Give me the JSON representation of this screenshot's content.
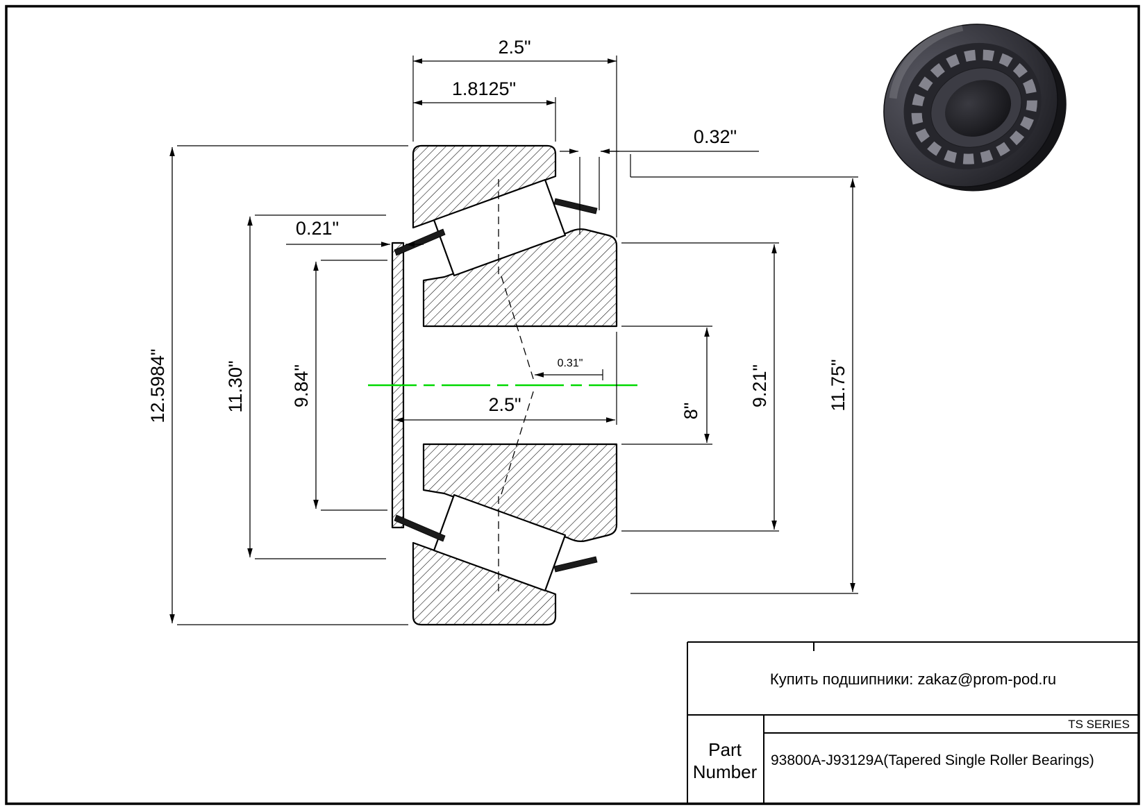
{
  "title_block": {
    "contact": "Купить подшипники: zakaz@prom-pod.ru",
    "series": "TS SERIES",
    "part_label_line1": "Part",
    "part_label_line2": "Number",
    "part_number": "93800A-J93129A(Tapered Single Roller Bearings)"
  },
  "dimensions": {
    "overall_width_top": "2.5\"",
    "cup_width": "1.8125\"",
    "standout": "0.32\"",
    "front_standout": "0.21\"",
    "outer_diameter": "12.5984\"",
    "dia_11_30": "11.30\"",
    "dia_9_84": "9.84\"",
    "cone_width": "2.5\"",
    "effective_center": "0.31\"",
    "bore": "8\"",
    "dia_9_21": "9.21\"",
    "dia_11_75": "11.75\""
  },
  "colors": {
    "centerline": "#00d800"
  }
}
